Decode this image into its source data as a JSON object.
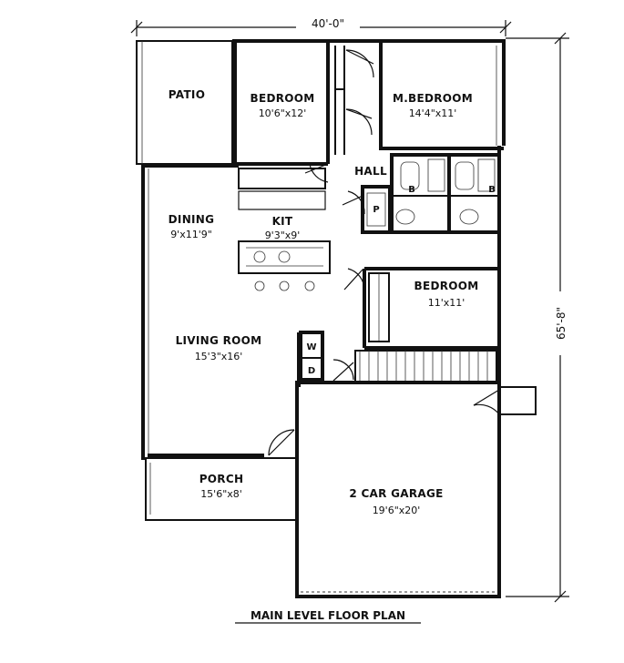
{
  "overall_width": "40'-0\"",
  "overall_depth": "65'-8\"",
  "caption": "MAIN LEVEL FLOOR PLAN",
  "rooms": {
    "patio": {
      "name": "PATIO"
    },
    "bedroom_1": {
      "name": "BEDROOM",
      "size": "10'6\"x12'"
    },
    "master_bedroom": {
      "name": "M.BEDROOM",
      "size": "14'4\"x11'"
    },
    "hall": {
      "name": "HALL"
    },
    "dining": {
      "name": "DINING",
      "size": "9'x11'9\""
    },
    "kitchen": {
      "name": "KIT",
      "size": "9'3\"x9'"
    },
    "bedroom_2": {
      "name": "BEDROOM",
      "size": "11'x11'"
    },
    "living_room": {
      "name": "LIVING ROOM",
      "size": "15'3\"x16'"
    },
    "porch": {
      "name": "PORCH",
      "size": "15'6\"x8'"
    },
    "garage": {
      "name": "2 CAR GARAGE",
      "size": "19'6\"x20'"
    }
  },
  "fixtures": {
    "washer": "W",
    "dryer": "D",
    "pantry": "P",
    "bath_1": "B",
    "bath_2": "B"
  }
}
